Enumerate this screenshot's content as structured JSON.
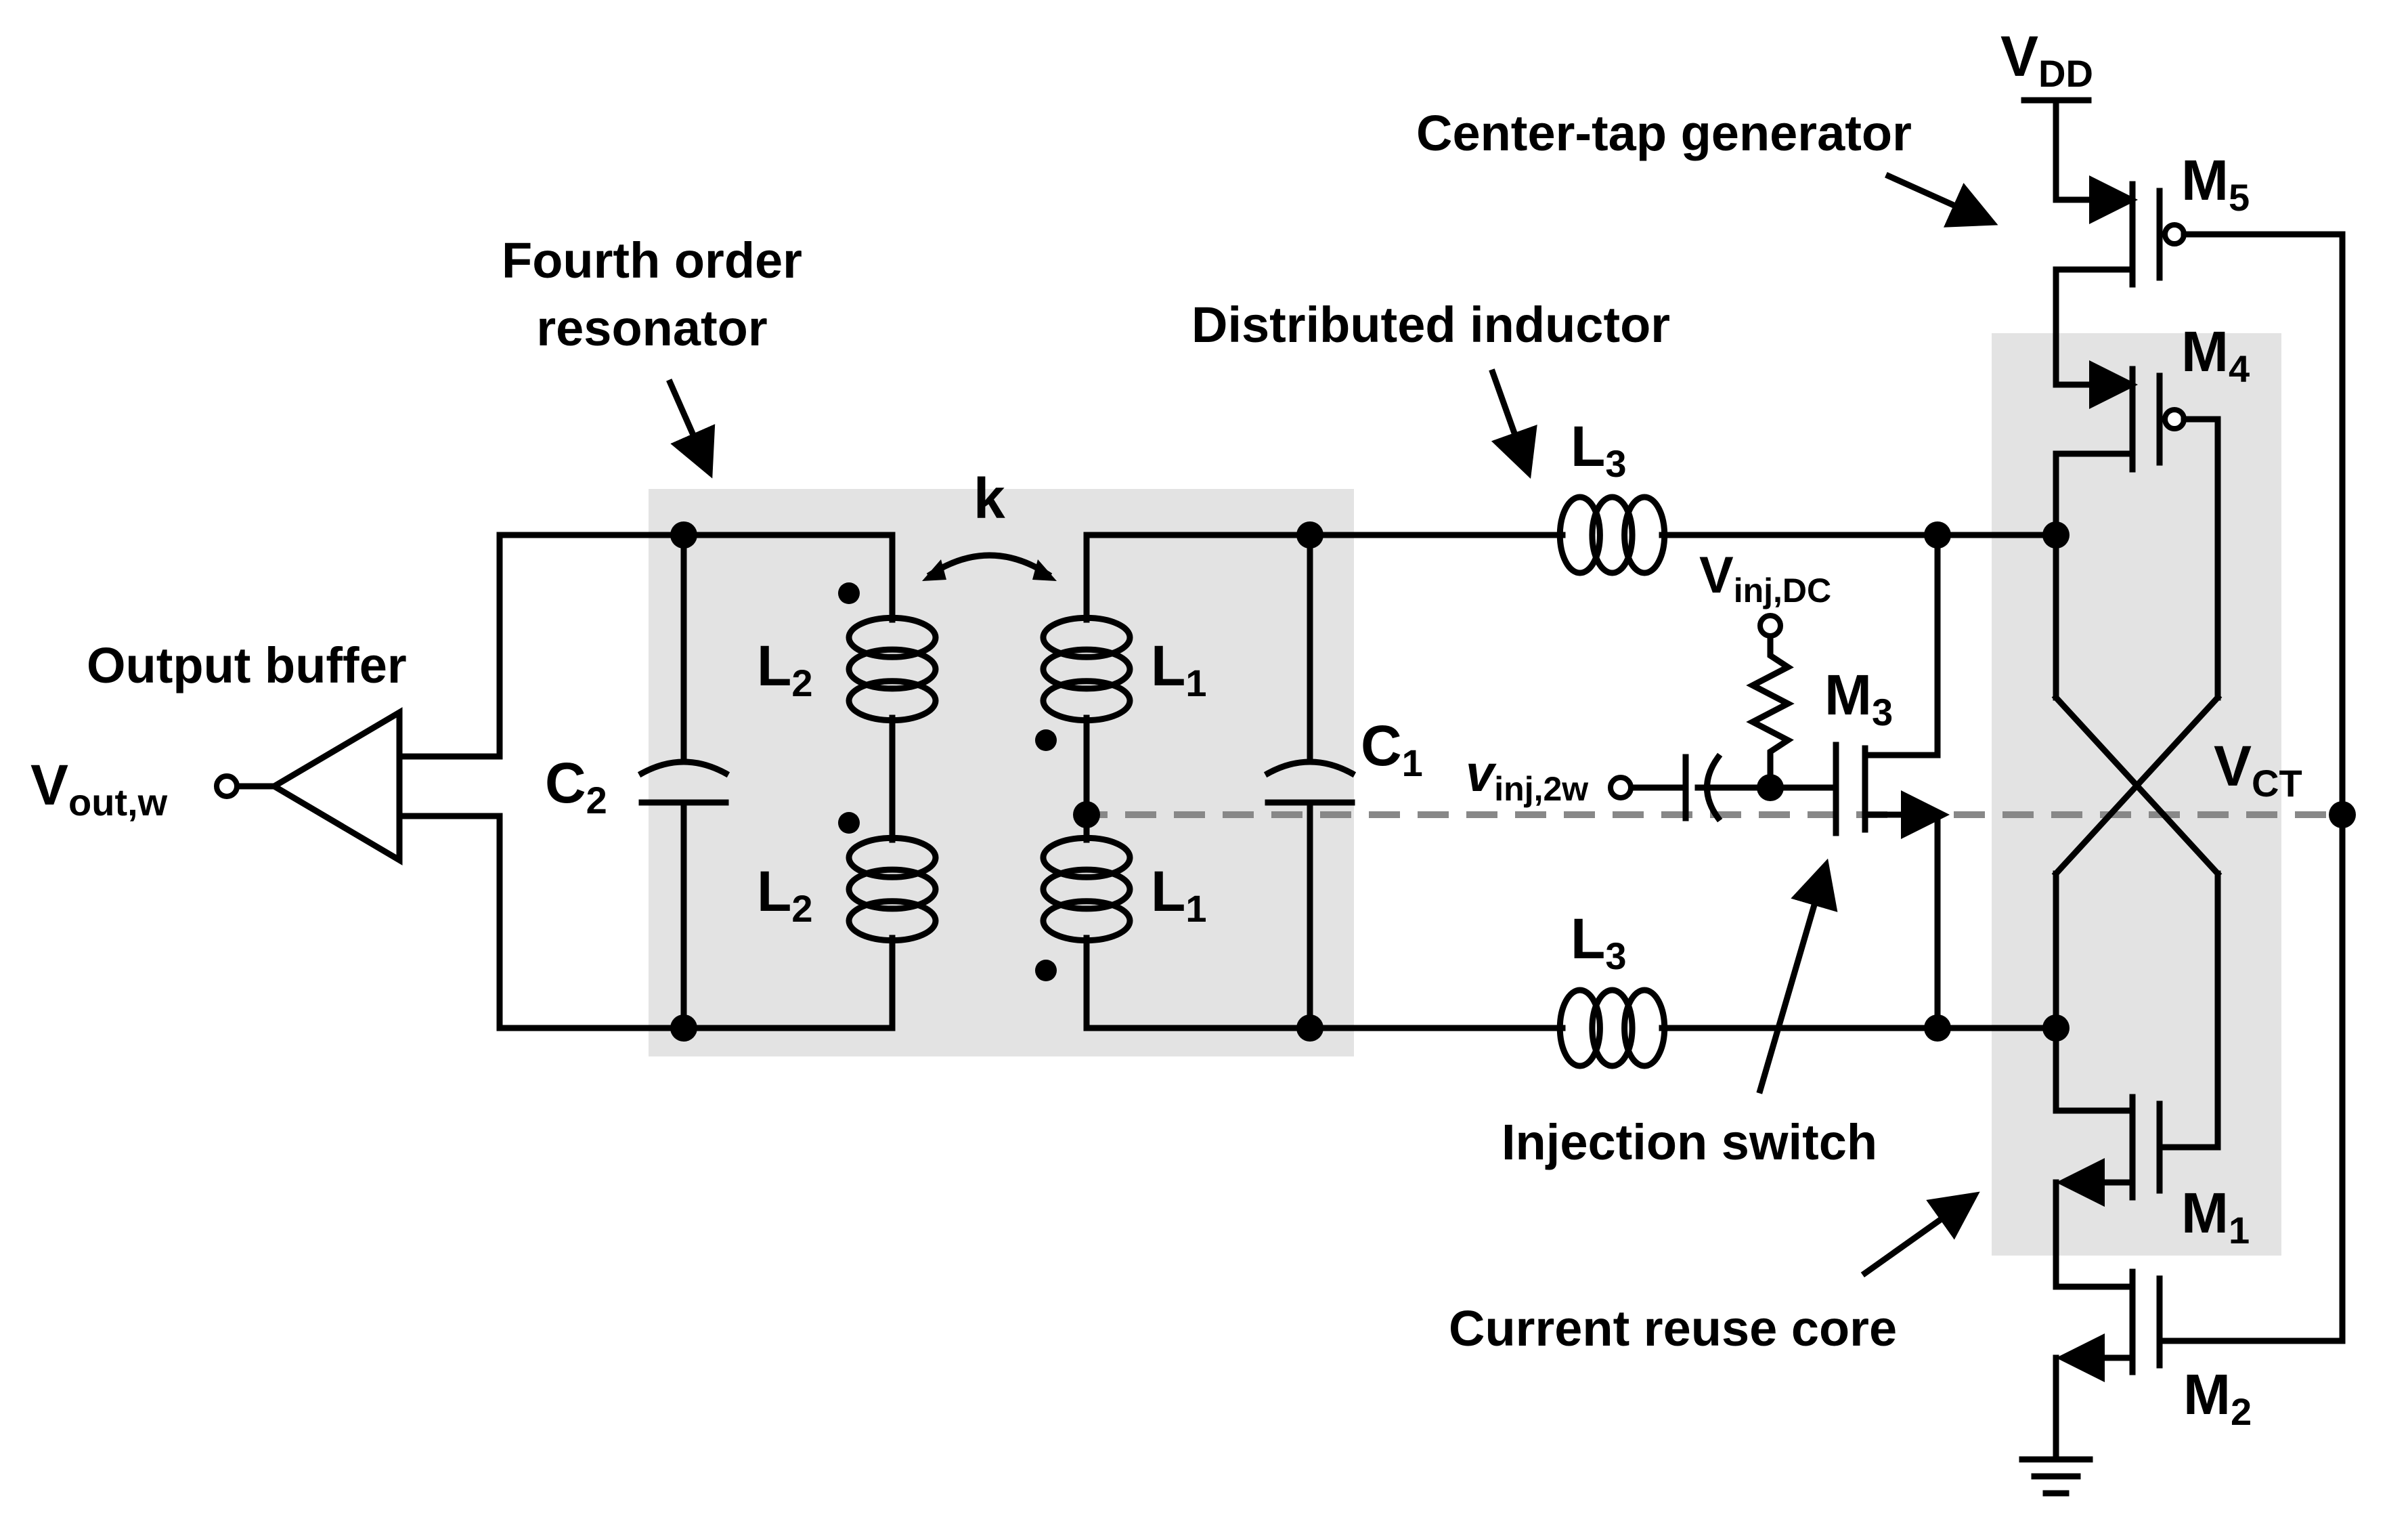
{
  "labels": {
    "fourth_order_line1": "Fourth order",
    "fourth_order_line2": "resonator",
    "distributed_inductor": "Distributed inductor",
    "center_tap_generator": "Center-tap generator",
    "output_buffer": "Output buffer",
    "injection_switch": "Injection switch",
    "current_reuse_core": "Current reuse core",
    "coupling_k": "k"
  },
  "symbols": {
    "vdd": {
      "base": "V",
      "sub": "DD"
    },
    "vout": {
      "base": "V",
      "sub": "out,w"
    },
    "vinj_dc": {
      "base": "V",
      "sub": "inj,DC"
    },
    "vinj_2w": {
      "base": "v",
      "sub": "inj,2w"
    },
    "vct": {
      "base": "V",
      "sub": "CT"
    },
    "c1": {
      "base": "C",
      "sub": "1"
    },
    "c2": {
      "base": "C",
      "sub": "2"
    },
    "l1_top": {
      "base": "L",
      "sub": "1"
    },
    "l1_bottom": {
      "base": "L",
      "sub": "1"
    },
    "l2_top": {
      "base": "L",
      "sub": "2"
    },
    "l2_bottom": {
      "base": "L",
      "sub": "2"
    },
    "l3_top": {
      "base": "L",
      "sub": "3"
    },
    "l3_bottom": {
      "base": "L",
      "sub": "3"
    },
    "m1": {
      "base": "M",
      "sub": "1"
    },
    "m2": {
      "base": "M",
      "sub": "2"
    },
    "m3": {
      "base": "M",
      "sub": "3"
    },
    "m4": {
      "base": "M",
      "sub": "4"
    },
    "m5": {
      "base": "M",
      "sub": "5"
    }
  },
  "colors": {
    "highlight_box": "#e3e3e3",
    "wire": "#000000",
    "dashed_ct_line": "#888888"
  }
}
